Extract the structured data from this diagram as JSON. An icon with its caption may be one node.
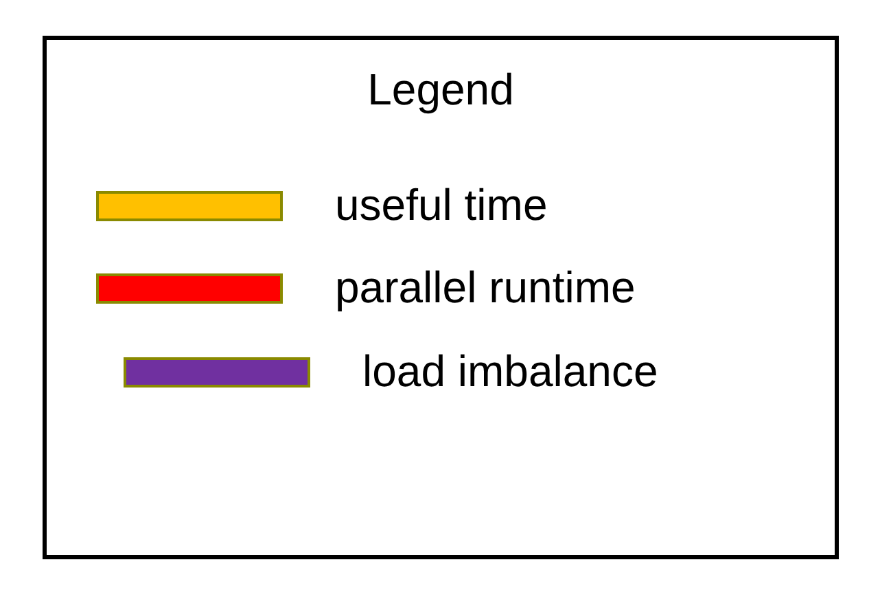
{
  "diagram": {
    "title": "Legend",
    "legend": [
      {
        "text": "useful time",
        "color": "#ffc000"
      },
      {
        "text": "parallel runtime",
        "color": "#ff0000"
      },
      {
        "text": "load imbalance",
        "color": "#7030a0"
      }
    ]
  }
}
